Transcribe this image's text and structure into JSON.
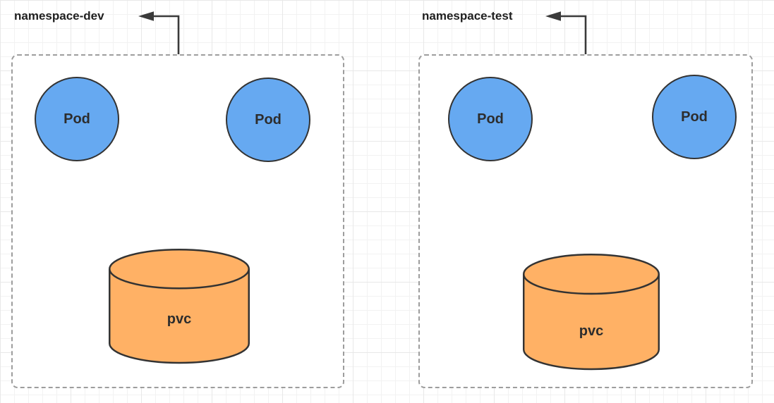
{
  "diagram": {
    "namespaces": [
      {
        "label": "namespace-dev",
        "pods": [
          {
            "label": "Pod"
          },
          {
            "label": "Pod"
          }
        ],
        "pvc": {
          "label": "pvc"
        }
      },
      {
        "label": "namespace-test",
        "pods": [
          {
            "label": "Pod"
          },
          {
            "label": "Pod"
          }
        ],
        "pvc": {
          "label": "pvc"
        }
      }
    ]
  },
  "colors": {
    "canvas-bg": "#FFFFFF",
    "grid-minor": "#F2F2F2",
    "grid-major": "#E8E8E8",
    "box-fill": "#FFFFFF",
    "box-border": "#9D9D9D",
    "pod-fill": "#66A9F1",
    "pod-stroke": "#333333",
    "pvc-fill": "#FFB165",
    "pvc-stroke": "#333333",
    "arrow": "#3A3A3A",
    "label-text": "#1F1F1F"
  }
}
